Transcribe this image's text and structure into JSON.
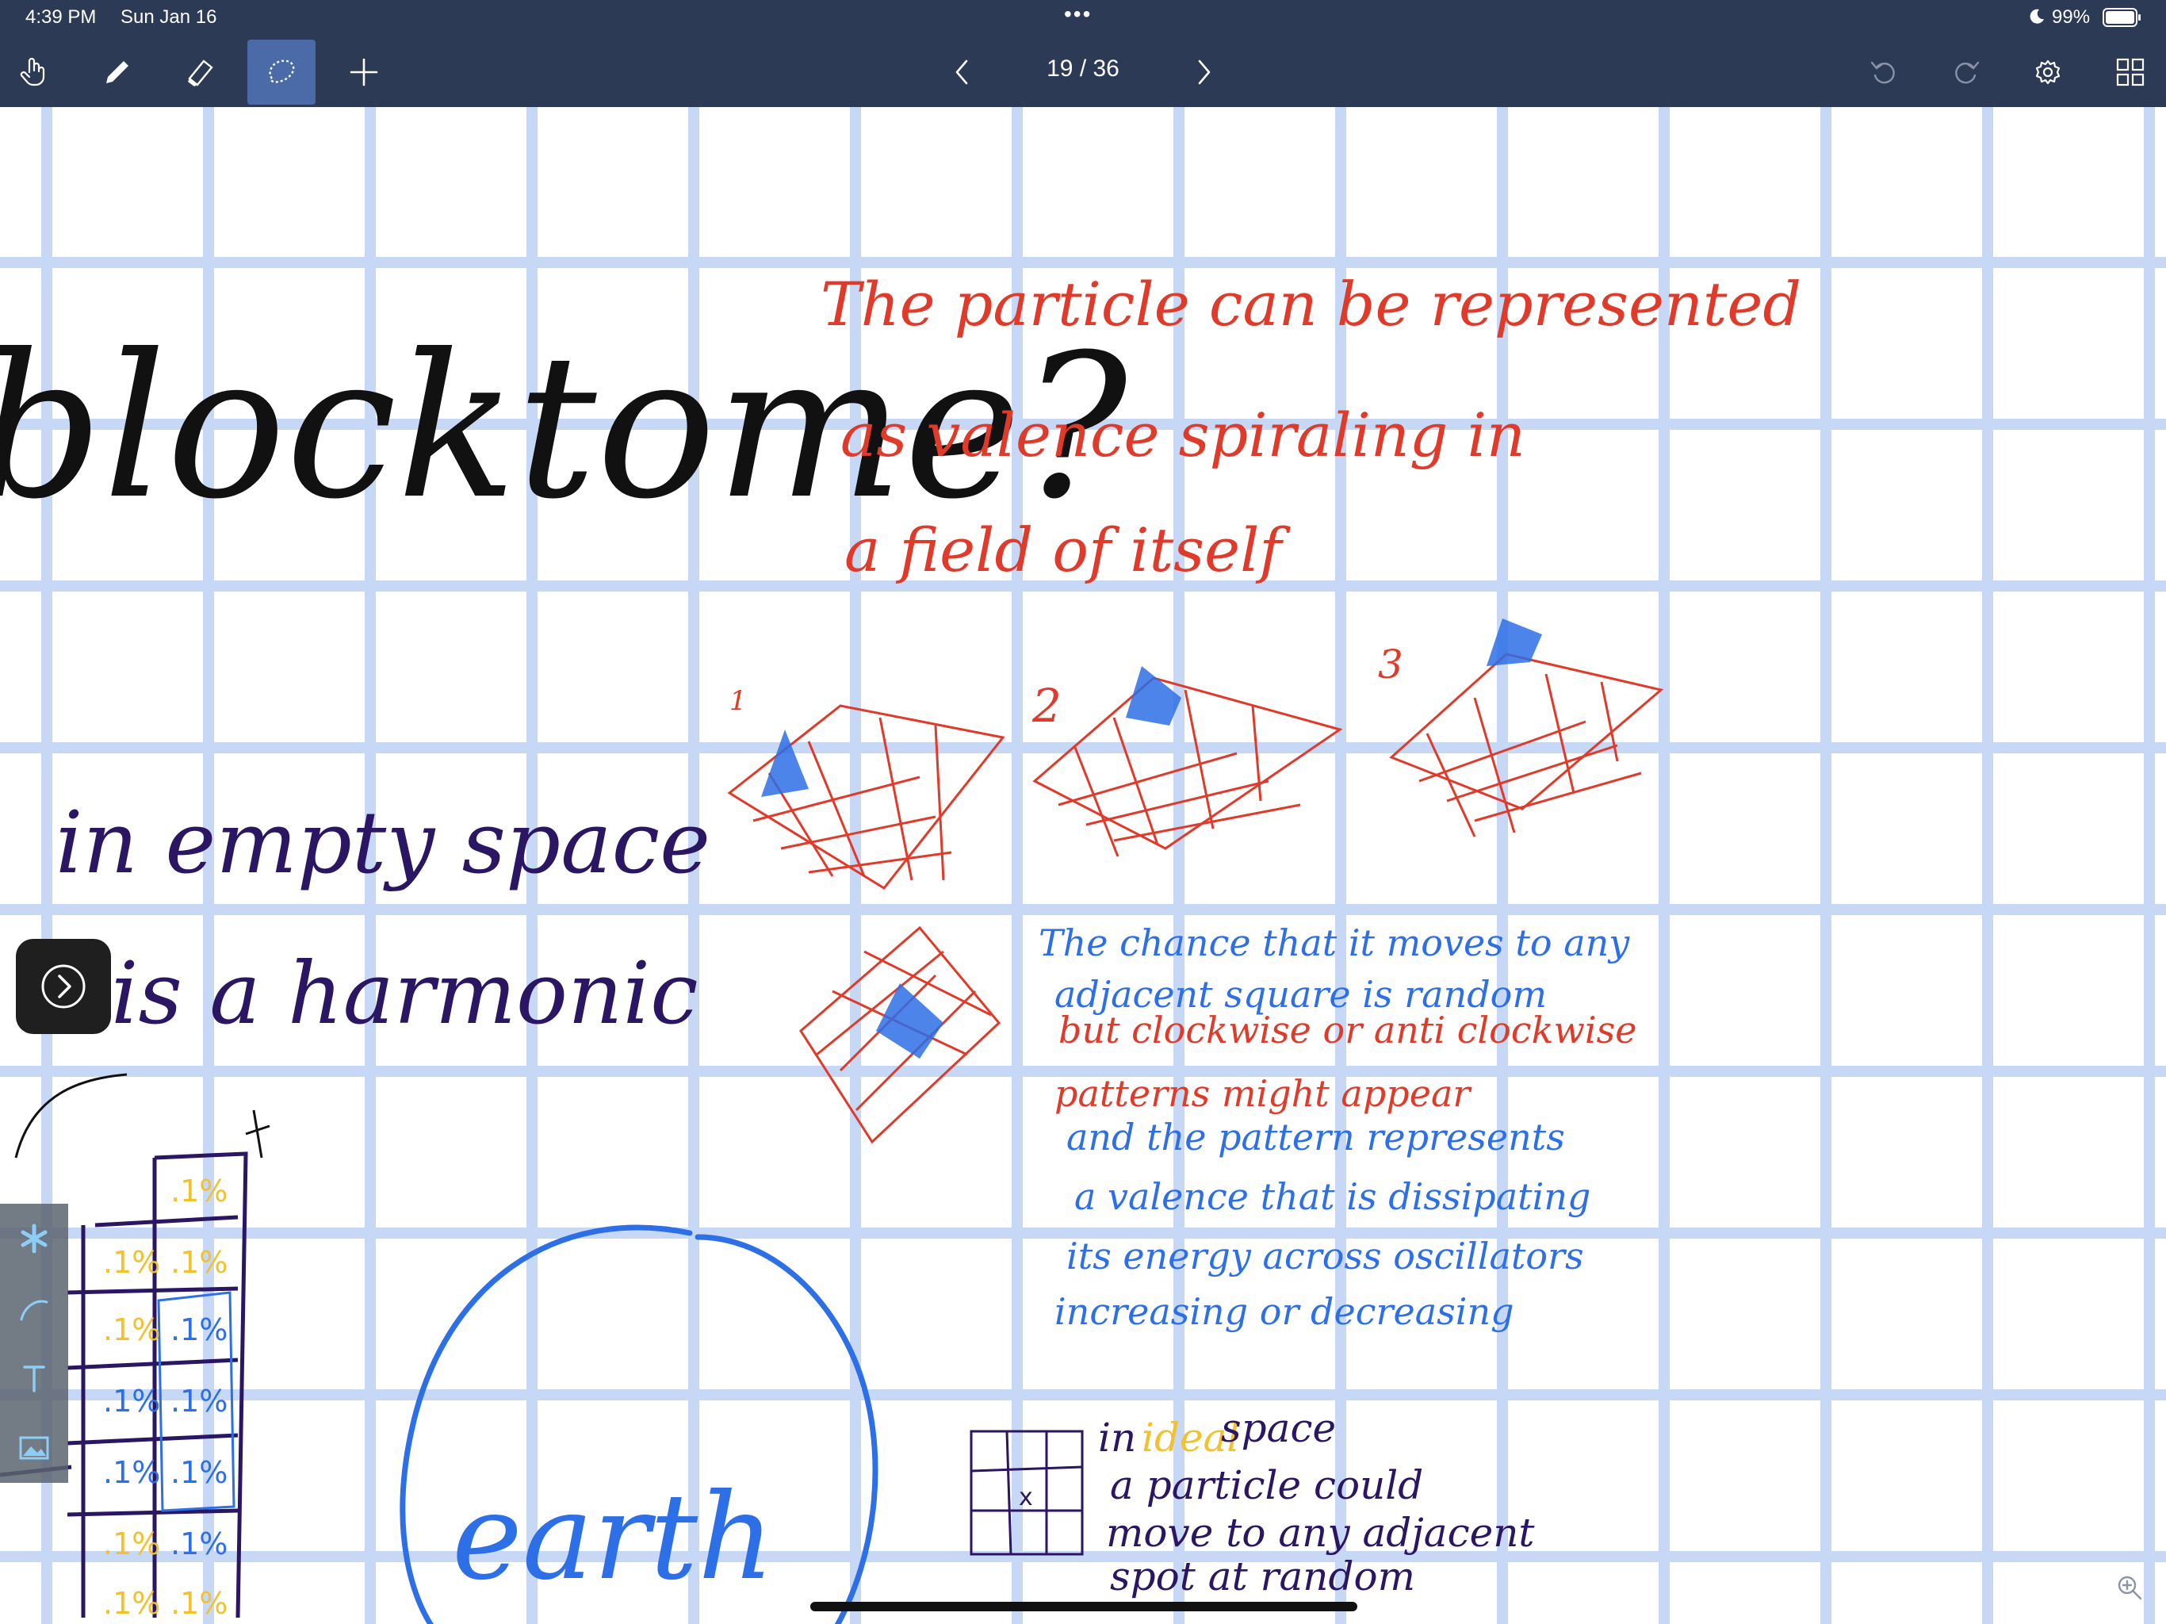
{
  "status": {
    "time": "4:39 PM",
    "date": "Sun Jan 16",
    "battery": "99%",
    "dots": "•••"
  },
  "toolbar": {
    "tools": [
      {
        "name": "hand-tool",
        "icon": "hand-icon"
      },
      {
        "name": "pen-tool",
        "icon": "pen-icon"
      },
      {
        "name": "eraser-tool",
        "icon": "eraser-icon"
      },
      {
        "name": "lasso-tool",
        "icon": "lasso-icon",
        "selected": true
      },
      {
        "name": "add-tool",
        "icon": "plus-icon"
      }
    ],
    "page_counter": "19 / 36",
    "right": [
      "undo-icon",
      "redo-icon",
      "gear-icon",
      "grid-view-icon"
    ]
  },
  "notes": {
    "title": "blocktome?",
    "red_text": [
      "The particle can be represented",
      "as valence spiraling in",
      "a field of itself"
    ],
    "grid_labels": [
      "1",
      "2",
      "3"
    ],
    "left_text": [
      "in empty space",
      "is a harmonic"
    ],
    "blue_text": [
      "The chance that it moves to any",
      "adjacent square is random",
      "but clockwise or anti clockwise",
      "patterns might appear",
      "and the pattern represents",
      "a valence that is dissipating",
      "its energy across oscillators",
      "increasing or decreasing"
    ],
    "earth_label": "earth",
    "ideal_text": [
      "in",
      "ideal",
      "space",
      "a particle could",
      "move to any adjacent",
      "spot at random"
    ],
    "percent": ".1%",
    "x_mark": "x"
  },
  "palette": [
    "asterisk-icon",
    "curve-icon",
    "text-icon",
    "image-icon"
  ],
  "colors": {
    "toolbar": "#2d3a56",
    "grid": "#c7d8f7",
    "ink_black": "#111111",
    "ink_red": "#e03a2a",
    "ink_blue": "#2d6fe6",
    "ink_purple": "#2a1663",
    "ink_yellow": "#f2c12e"
  }
}
